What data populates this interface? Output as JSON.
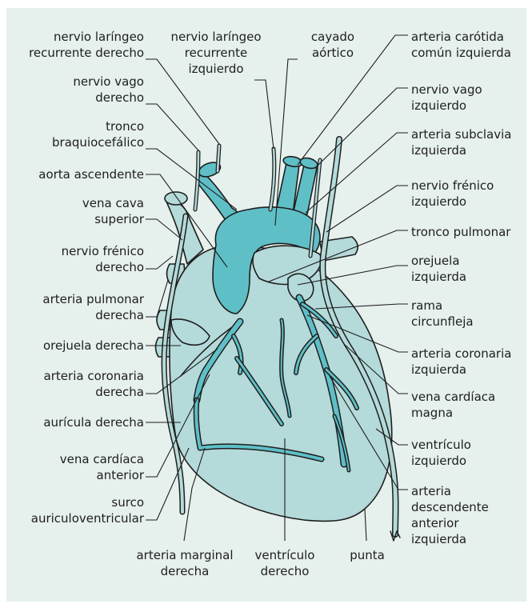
{
  "colors": {
    "background": "#e6f0ed",
    "heart_fill": "#b4dad9",
    "vessel_fill": "#5fbfc7",
    "outline": "#1e1e1e"
  },
  "labels": {
    "nervio_laringeo_recurrente_derecho": [
      "nervio laríngeo",
      "recurrente derecho"
    ],
    "nervio_vago_derecho": [
      "nervio vago",
      "derecho"
    ],
    "tronco_braquiocefalico": [
      "tronco",
      "braquiocefálico"
    ],
    "aorta_ascendente": [
      "aorta ascendente"
    ],
    "vena_cava_superior": [
      "vena cava",
      "superior"
    ],
    "nervio_frenico_derecho": [
      "nervio frénico",
      "derecho"
    ],
    "arteria_pulmonar_derecha": [
      "arteria pulmonar",
      "derecha"
    ],
    "orejuela_derecha": [
      "orejuela derecha"
    ],
    "arteria_coronaria_derecha": [
      "arteria coronaria",
      "derecha"
    ],
    "auricula_derecha": [
      "aurícula derecha"
    ],
    "vena_cardiaca_anterior": [
      "vena cardíaca",
      "anterior"
    ],
    "surco_auriculoventricular": [
      "surco",
      "auriculoventricular"
    ],
    "nervio_laringeo_recurrente_izquierdo": [
      "nervio laríngeo",
      "recurrente",
      "izquierdo"
    ],
    "cayado_aortico": [
      "cayado",
      "aórtico"
    ],
    "arteria_carotida_comun_izquierda": [
      "arteria carótida",
      "común izquierda"
    ],
    "nervio_vago_izquierdo": [
      "nervio vago",
      "izquierdo"
    ],
    "arteria_subclavia_izquierda": [
      "arteria subclavia",
      "izquierda"
    ],
    "nervio_frenico_izquierdo": [
      "nervio frénico",
      "izquierdo"
    ],
    "tronco_pulmonar": [
      "tronco pulmonar"
    ],
    "orejuela_izquierda": [
      "orejuela",
      "izquierda"
    ],
    "rama_circunfleja": [
      "rama",
      "circunfleja"
    ],
    "arteria_coronaria_izquierda": [
      "arteria coronaria",
      "izquierda"
    ],
    "vena_cardiaca_magna": [
      "vena cardíaca",
      "magna"
    ],
    "ventriculo_izquierdo": [
      "ventrículo",
      "izquierdo"
    ],
    "arteria_descendente_anterior_izquierda": [
      "arteria",
      "descendente",
      "anterior",
      "izquierda"
    ],
    "arteria_marginal_derecha": [
      "arteria marginal",
      "derecha"
    ],
    "ventriculo_derecho": [
      "ventrículo",
      "derecho"
    ],
    "punta": [
      "punta"
    ]
  }
}
